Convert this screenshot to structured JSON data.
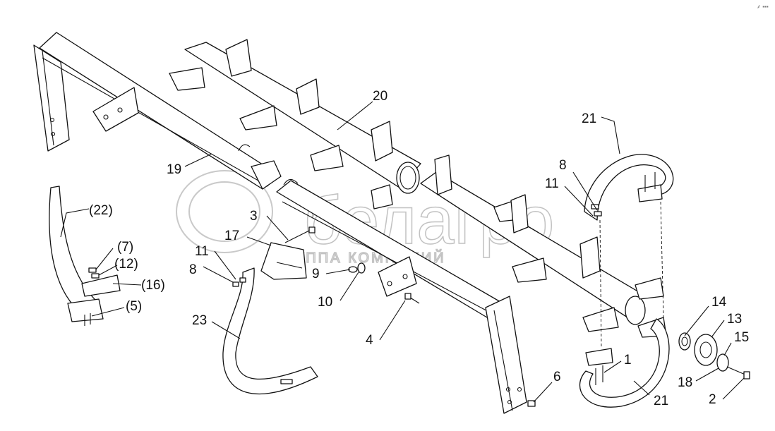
{
  "watermark": {
    "brand": "белагро",
    "tagline": "ГРУППА КОМПАНИЙ"
  },
  "corner_mark": "⸙ ▪▪▪",
  "callouts": {
    "c1": "1",
    "c2": "2",
    "c3": "3",
    "c4": "4",
    "c5": "(5)",
    "c6": "6",
    "c7": "(7)",
    "c8a": "8",
    "c8b": "8",
    "c9": "9",
    "c10": "10",
    "c11a": "11",
    "c11b": "11",
    "c12": "(12)",
    "c13": "13",
    "c14": "14",
    "c15": "15",
    "c16": "(16)",
    "c17": "17",
    "c18": "18",
    "c19": "19",
    "c20": "20",
    "c21a": "21",
    "c21b": "21",
    "c22": "(22)",
    "c23": "23"
  }
}
